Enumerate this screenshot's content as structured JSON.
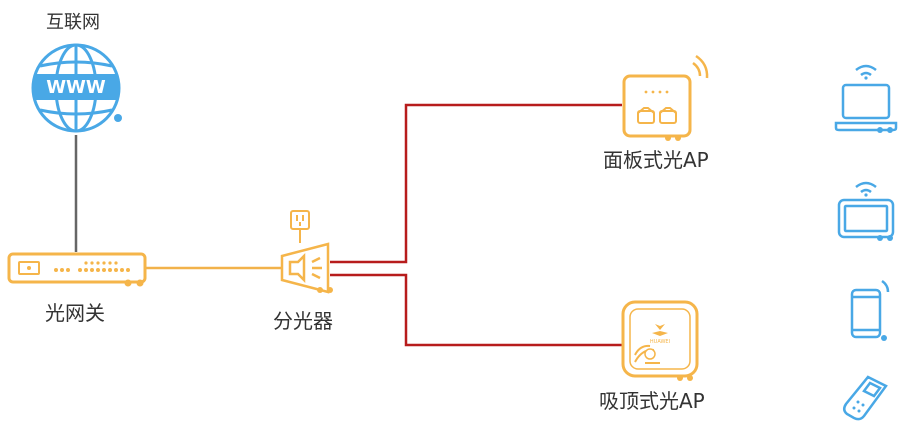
{
  "labels": {
    "internet": "互联网",
    "optical_gateway": "光网关",
    "splitter": "分光器",
    "panel_ap": "面板式光AP",
    "ceiling_ap": "吸顶式光AP"
  },
  "icon_text": {
    "globe": "WWW",
    "brand": "HUAWEI"
  },
  "colors": {
    "blue": "#49a8e6",
    "orange": "#f5b54a",
    "red_fiber": "#b71c1c",
    "gray_link": "#666666",
    "orange_link": "#f2b24a"
  },
  "icons": [
    "globe-icon",
    "gateway-icon",
    "splitter-icon",
    "power-socket-icon",
    "panel-ap-icon",
    "ceiling-ap-icon",
    "laptop-icon",
    "tablet-icon",
    "phone-icon",
    "pos-terminal-icon"
  ]
}
